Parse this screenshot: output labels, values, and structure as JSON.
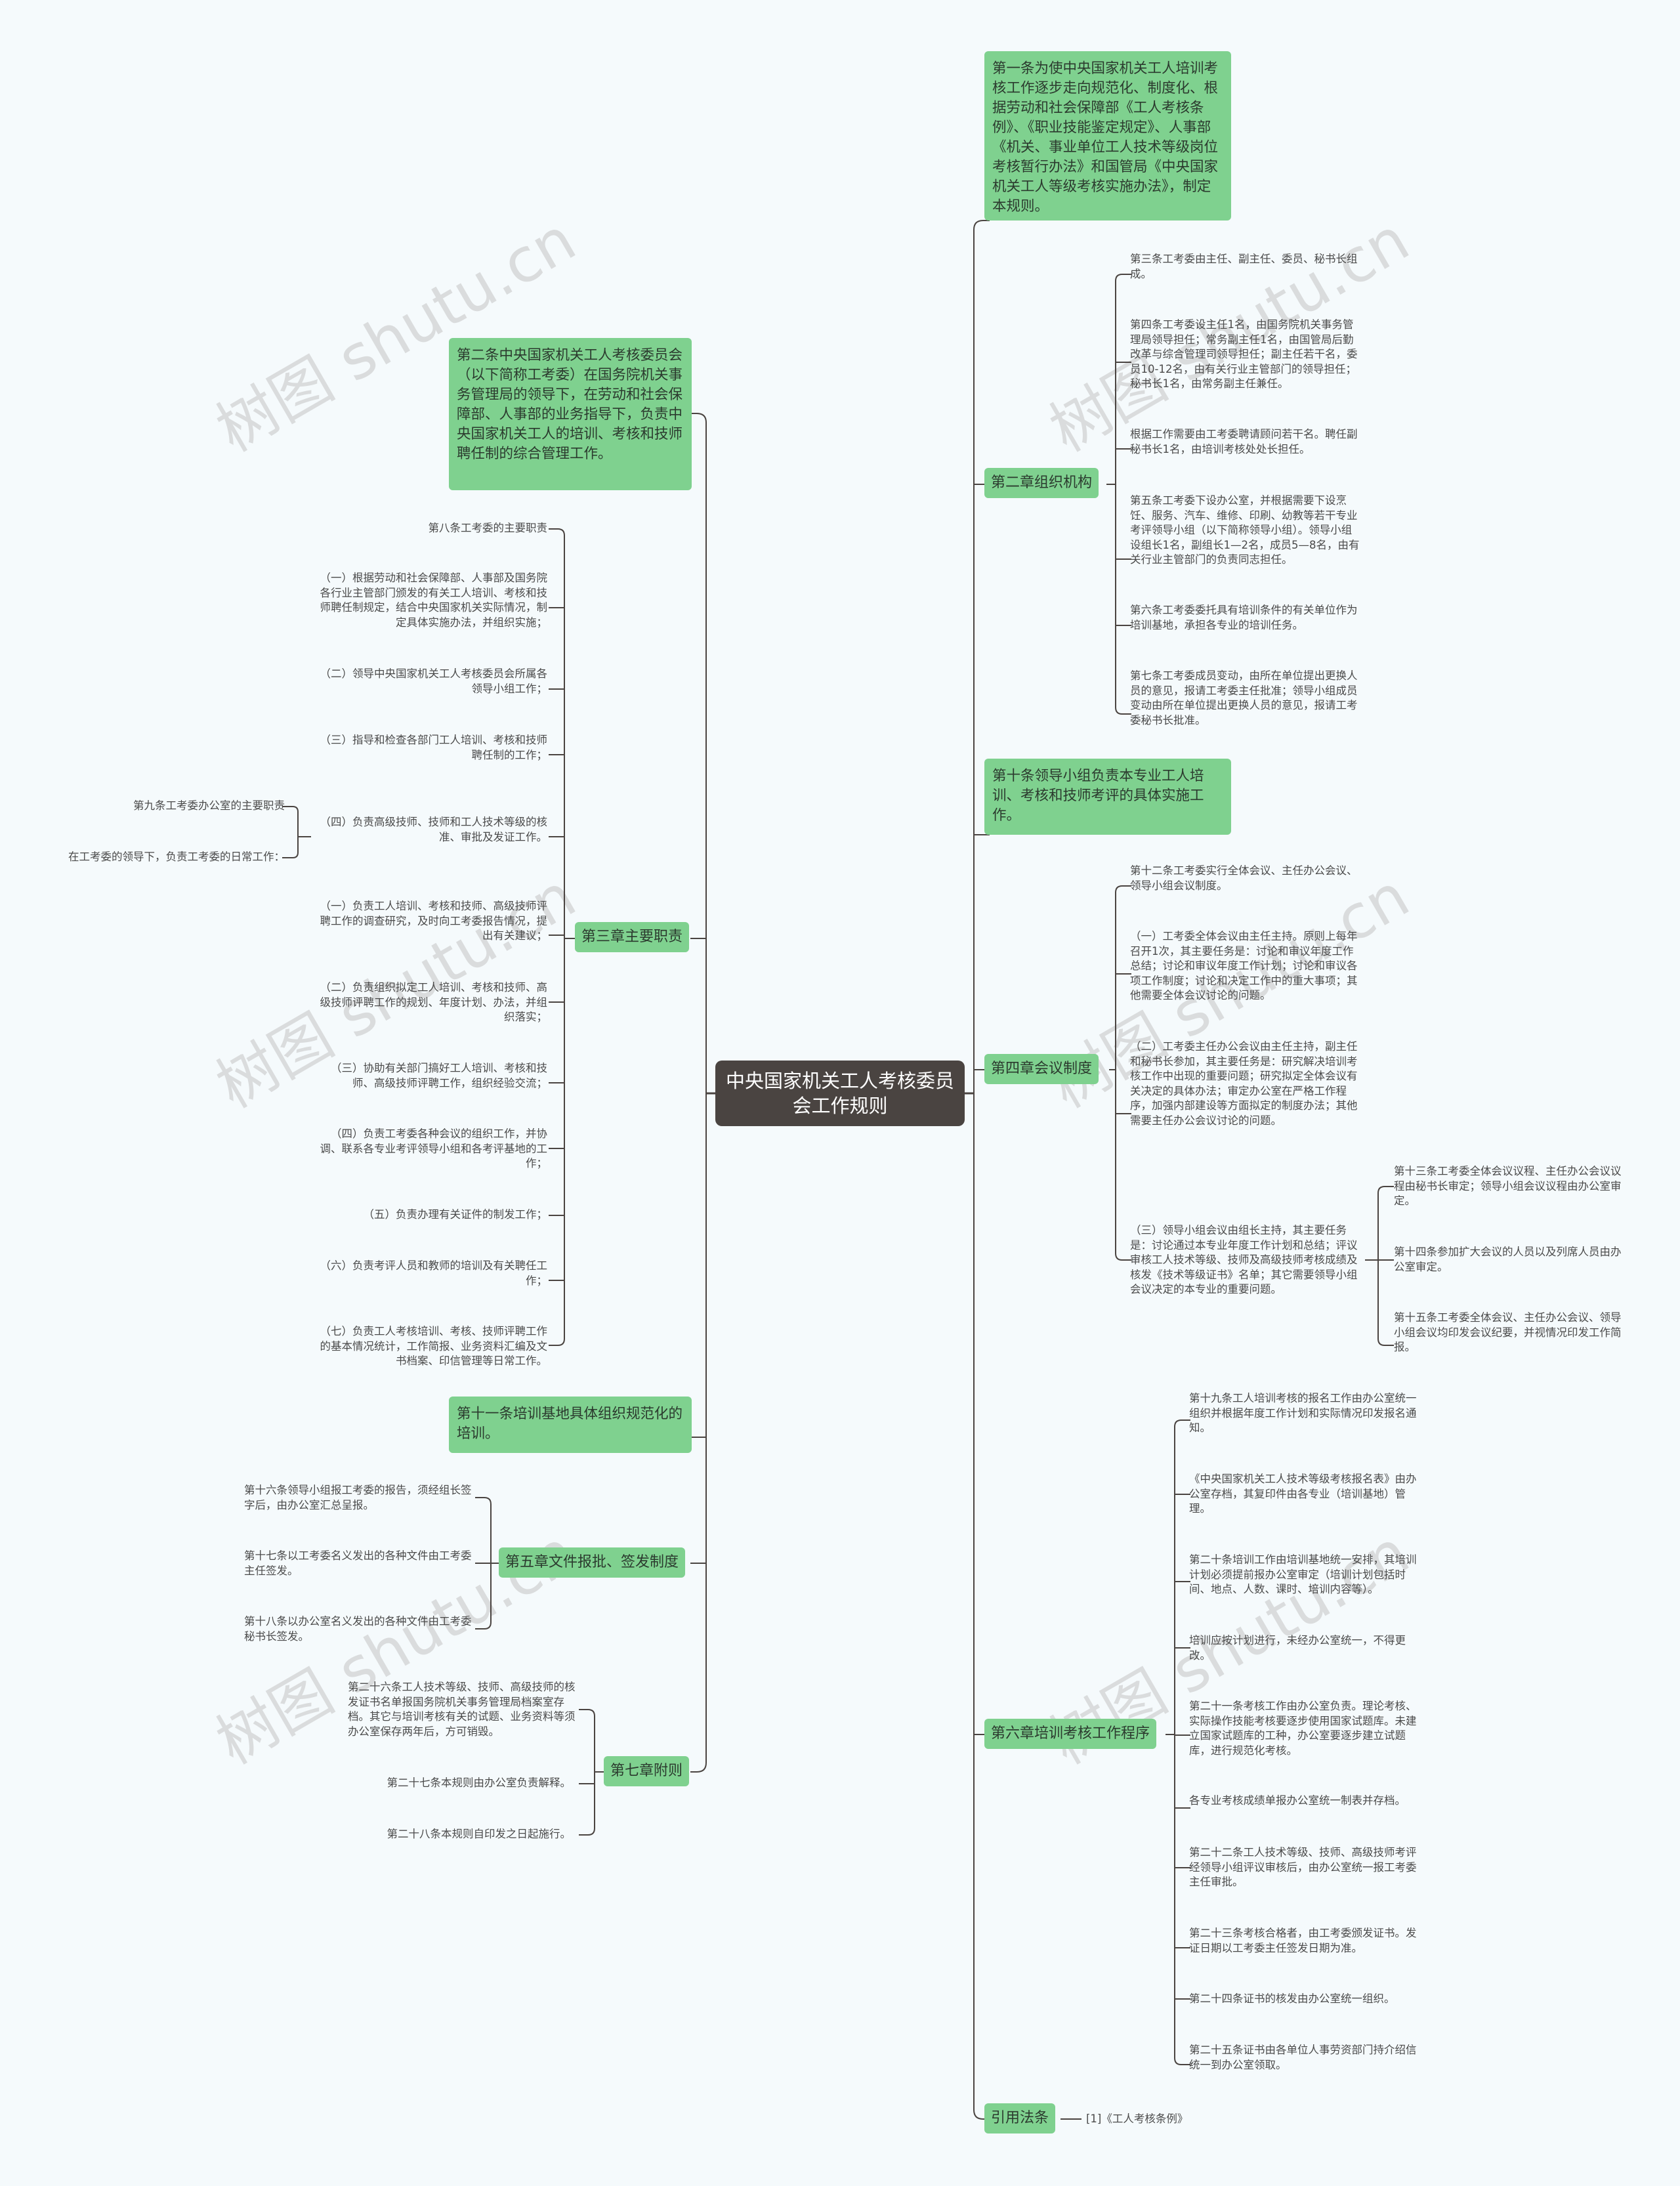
{
  "root": {
    "title": "中央国家机关工人考核委员会工作规则"
  },
  "watermark": "树图 shutu.cn",
  "colors": {
    "background": "#f5fafc",
    "node_green": "#7fd18f",
    "root_dark": "#4a4441",
    "connector": "#4a4441"
  },
  "right": {
    "art1": "第一条为使中央国家机关工人培训考核工作逐步走向规范化、制度化、根据劳动和社会保障部《工人考核条例》、《职业技能鉴定规定》、人事部《机关、事业单位工人技术等级岗位考核暂行办法》和国管局《中央国家机关工人等级考核实施办法》，制定本规则。",
    "ch2": {
      "label": "第二章组织机构",
      "items": [
        "第三条工考委由主任、副主任、委员、秘书长组成。",
        "第四条工考委设主任1名，由国务院机关事务管理局领导担任；常务副主任1名，由国管局后勤改革与综合管理司领导担任；副主任若干名，委员10-12名，由有关行业主管部门的领导担任；秘书长1名，由常务副主任兼任。",
        "根据工作需要由工考委聘请顾问若干名。聘任副秘书长1名，由培训考核处处长担任。",
        "第五条工考委下设办公室，并根据需要下设烹饪、服务、汽车、维修、印刷、幼教等若干专业考评领导小组（以下简称领导小组）。领导小组设组长1名，副组长1—2名，成员5—8名，由有关行业主管部门的负责同志担任。",
        "第六条工考委委托具有培训条件的有关单位作为培训基地，承担各专业的培训任务。",
        "第七条工考委成员变动，由所在单位提出更换人员的意见，报请工考委主任批准；领导小组成员变动由所在单位提出更换人员的意见，报请工考委秘书长批准。"
      ]
    },
    "art10": "第十条领导小组负责本专业工人培训、考核和技师考评的具体实施工作。",
    "ch4": {
      "label": "第四章会议制度",
      "items": [
        "第十二条工考委实行全体会议、主任办公会议、领导小组会议制度。",
        "（一）工考委全体会议由主任主持。原则上每年召开1次，其主要任务是：讨论和审议年度工作总结；讨论和审议年度工作计划；讨论和审议各项工作制度；讨论和决定工作中的重大事项；其他需要全体会议讨论的问题。",
        "（二）工考委主任办公会议由主任主持，副主任和秘书长参加，其主要任务是：研究解决培训考核工作中出现的重要问题；研究拟定全体会议有关决定的具体办法；审定办公室在严格工作程序，加强内部建设等方面拟定的制度办法；其他需要主任办公会议讨论的问题。",
        "（三）领导小组会议由组长主持，其主要任务是：讨论通过本专业年度工作计划和总结；评议审核工人技术等级、技师及高级技师考核成绩及核发《技术等级证书》名单；其它需要领导小组会议决定的本专业的重要问题。"
      ],
      "sub": [
        "第十三条工考委全体会议议程、主任办公会议议程由秘书长审定；领导小组会议议程由办公室审定。",
        "第十四条参加扩大会议的人员以及列席人员由办公室审定。",
        "第十五条工考委全体会议、主任办公会议、领导小组会议均印发会议纪要，并视情况印发工作简报。"
      ]
    },
    "ch6": {
      "label": "第六章培训考核工作程序",
      "items": [
        "第十九条工人培训考核的报名工作由办公室统一组织并根据年度工作计划和实际情况印发报名通知。",
        "《中央国家机关工人技术等级考核报名表》由办公室存档，其复印件由各专业（培训基地）管理。",
        "第二十条培训工作由培训基地统一安排，其培训计划必须提前报办公室审定（培训计划包括时间、地点、人数、课时、培训内容等）。",
        "培训应按计划进行，未经办公室统一，不得更改。",
        "第二十一条考核工作由办公室负责。理论考核、实际操作技能考核要逐步使用国家试题库。未建立国家试题库的工种，办公室要逐步建立试题库，进行规范化考核。",
        "各专业考核成绩单报办公室统一制表并存档。",
        "第二十二条工人技术等级、技师、高级技师考评经领导小组评议审核后，由办公室统一报工考委主任审批。",
        "第二十三条考核合格者，由工考委颁发证书。发证日期以工考委主任签发日期为准。",
        "第二十四条证书的核发由办公室统一组织。",
        "第二十五条证书由各单位人事劳资部门持介绍信统一到办公室领取。"
      ]
    },
    "refs": {
      "label": "引用法条",
      "item": "[1]《工人考核条例》"
    }
  },
  "left": {
    "art2": "第二条中央国家机关工人考核委员会（以下简称工考委）在国务院机关事务管理局的领导下，在劳动和社会保障部、人事部的业务指导下，负责中央国家机关工人的培训、考核和技师聘任制的综合管理工作。",
    "ch3": {
      "label": "第三章主要职责",
      "items": [
        "第八条工考委的主要职责",
        "（一）根据劳动和社会保障部、人事部及国务院各行业主管部门颁发的有关工人培训、考核和技师聘任制规定，结合中央国家机关实际情况，制定具体实施办法，并组织实施；",
        "（二）领导中央国家机关工人考核委员会所属各领导小组工作；",
        "（三）指导和检查各部门工人培训、考核和技师聘任制的工作；",
        "（四）负责高级技师、技师和工人技术等级的核准、审批及发证工作。",
        "（一）负责工人培训、考核和技师、高级技师评聘工作的调查研究，及时向工考委报告情况，提出有关建议；",
        "（二）负责组织拟定工人培训、考核和技师、高级技师评聘工作的规划、年度计划、办法，并组织落实；",
        "（三）协助有关部门搞好工人培训、考核和技师、高级技师评聘工作，组织经验交流；",
        "（四）负责工考委各种会议的组织工作，并协调、联系各专业考评领导小组和各考评基地的工作；",
        "（五）负责办理有关证件的制发工作；",
        "（六）负责考评人员和教师的培训及有关聘任工作；",
        "（七）负责工人考核培训、考核、技师评聘工作的基本情况统计，工作简报、业务资料汇编及文书档案、印信管理等日常工作。"
      ],
      "side": [
        "第九条工考委办公室的主要职责",
        "在工考委的领导下，负责工考委的日常工作："
      ]
    },
    "art11": "第十一条培训基地具体组织规范化的培训。",
    "ch5": {
      "label": "第五章文件报批、签发制度",
      "items": [
        "第十六条领导小组报工考委的报告，须经组长签字后，由办公室汇总呈报。",
        "第十七条以工考委名义发出的各种文件由工考委主任签发。",
        "第十八条以办公室名义发出的各种文件由工考委秘书长签发。"
      ]
    },
    "ch7": {
      "label": "第七章附则",
      "items": [
        "第二十六条工人技术等级、技师、高级技师的核发证书名单报国务院机关事务管理局档案室存档。其它与培训考核有关的试题、业务资料等须办公室保存两年后，方可销毁。",
        "第二十七条本规则由办公室负责解释。",
        "第二十八条本规则自印发之日起施行。"
      ]
    }
  }
}
